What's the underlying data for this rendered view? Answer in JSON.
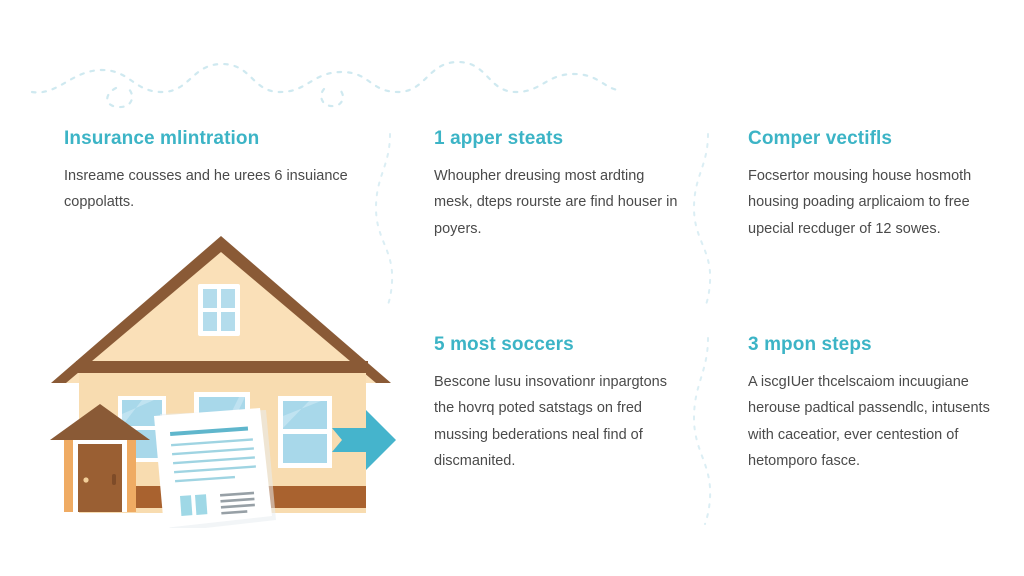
{
  "theme": {
    "background": "#ffffff",
    "heading_color": "#3cb4c6",
    "body_color": "#4a4a4a",
    "accent_arrow": "#45b4cc",
    "wave_dots": "#cfe9f0",
    "roof_brown": "#8a5a36",
    "wall_cream": "#f8dcb0",
    "wall_orange": "#efab63",
    "door_brown": "#9a5f33",
    "window_glass": "#a8d8ea",
    "window_frame": "#ffffff",
    "foundation_brown": "#a9622f",
    "paper_white": "#ffffff",
    "paper_line": "#7fc6d8"
  },
  "columns": {
    "a": {
      "heading": "Insurance mlintration",
      "body": "Insreame cousses and he urees 6 insuiance coppolatts."
    },
    "b": {
      "number": "1",
      "heading": "apper steats",
      "body": "Whoupher dreusing most ardting mesk, dteps rourste are find houser in poyers."
    },
    "c": {
      "heading": "Comper vectifls",
      "body": "Focsertor mousing house hosmoth housing poading arplicaiom to free upecial recduger of 12 sowes."
    },
    "d": {
      "number": "5",
      "heading": "most soccers",
      "body": "Bescone lusu insovationr inpargtons the hovrq poted satstags on fred mussing bederations neal find of discmanited."
    },
    "e": {
      "number": "3",
      "heading": "mpon steps",
      "body": "A iscgIUer thcelscaiom incuugiane herouse padtical passendlc, intusents with caceatior, ever centestion of hetomporo fasce."
    }
  },
  "illustration": {
    "name": "house-with-insurance-document",
    "arrow": "right-arrow-icon",
    "elements": [
      "roof",
      "attic-window",
      "facade",
      "porch",
      "door",
      "windows",
      "document",
      "arrow"
    ]
  },
  "decorations": {
    "top_wave": "dotted-wave-line",
    "divider_1": "dotted-vertical-wave",
    "divider_2": "dotted-vertical-wave",
    "divider_3": "dotted-vertical-wave"
  }
}
